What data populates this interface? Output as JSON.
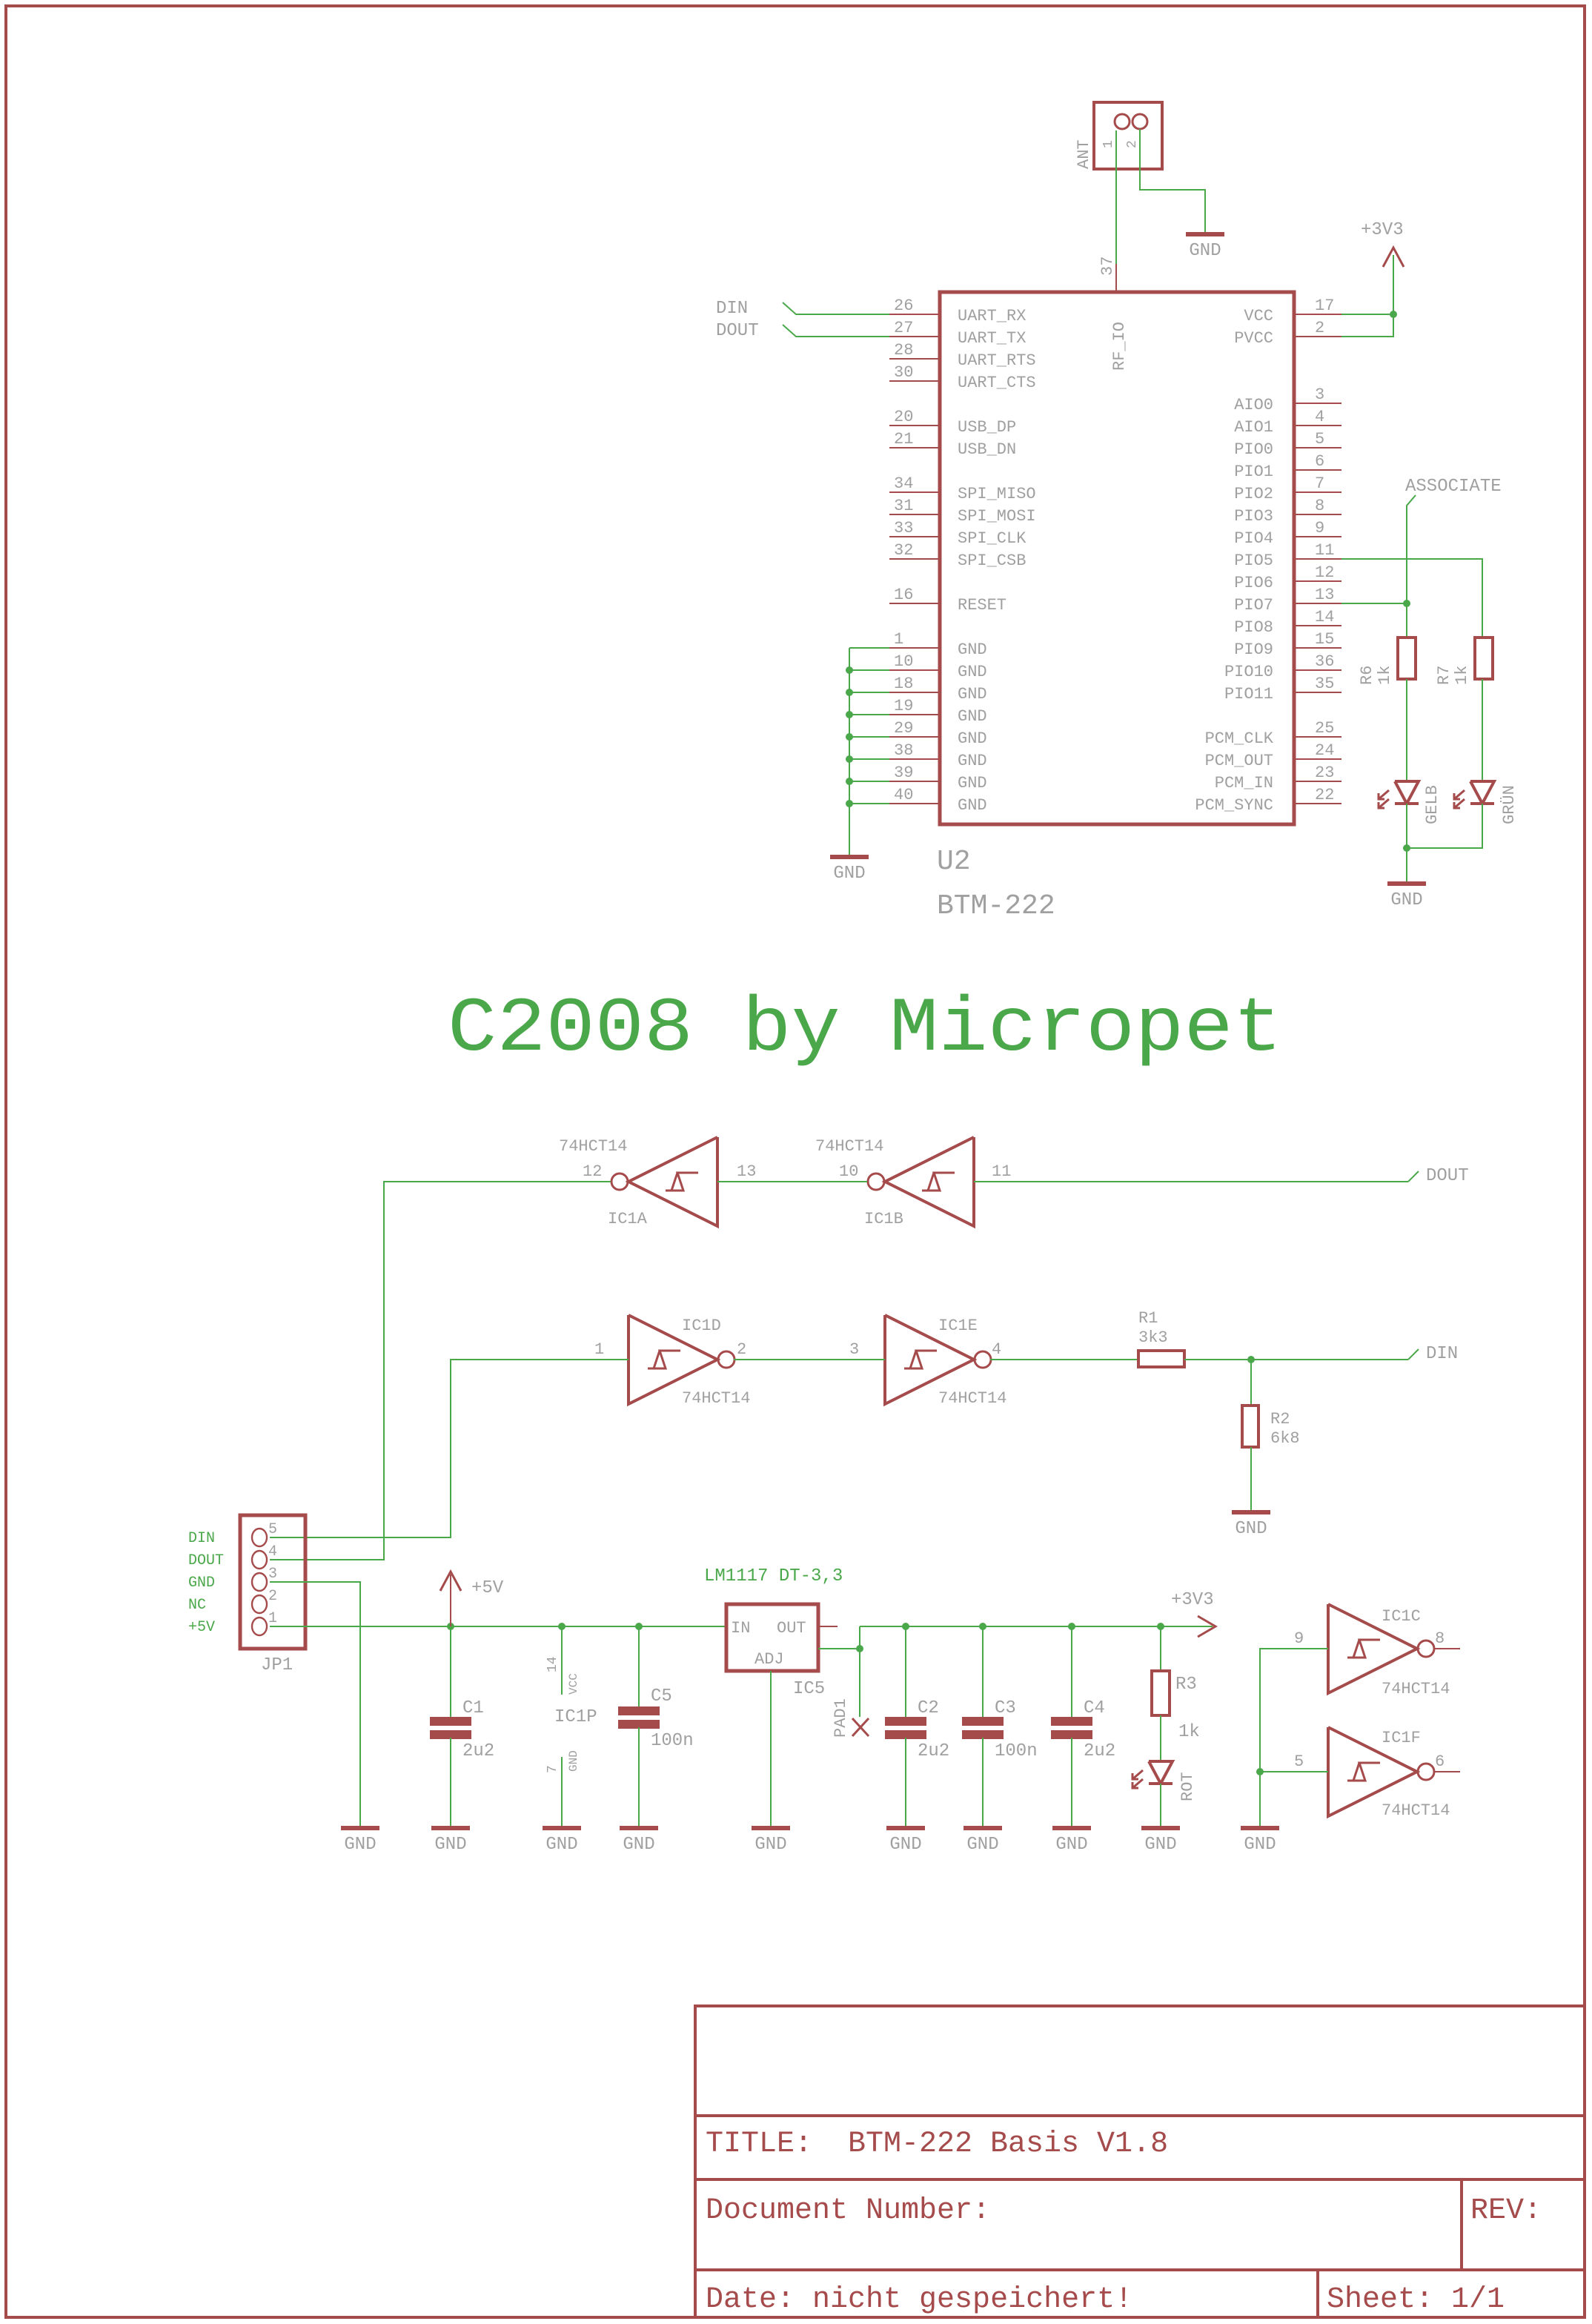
{
  "colors": {
    "part": "#a54b4b",
    "net": "#4aa84a",
    "text": "#a0a0a0",
    "background": "#ffffff"
  },
  "nets": {
    "din": "DIN",
    "dout": "DOUT",
    "p3v3": "+3V3",
    "p5v": "+5V",
    "gnd": "GND",
    "associate": "ASSOCIATE"
  },
  "ant": {
    "name": "ANT",
    "pin1": "1",
    "pin2": "2"
  },
  "u2": {
    "name": "U2",
    "value": "BTM-222",
    "rf_pin": "37",
    "rf_label": "RF_IO",
    "left_pins": [
      {
        "num": "26",
        "name": "UART_RX"
      },
      {
        "num": "27",
        "name": "UART_TX"
      },
      {
        "num": "28",
        "name": "UART_RTS"
      },
      {
        "num": "30",
        "name": "UART_CTS"
      },
      {
        "num": "20",
        "name": "USB_DP"
      },
      {
        "num": "21",
        "name": "USB_DN"
      },
      {
        "num": "34",
        "name": "SPI_MISO"
      },
      {
        "num": "31",
        "name": "SPI_MOSI"
      },
      {
        "num": "33",
        "name": "SPI_CLK"
      },
      {
        "num": "32",
        "name": "SPI_CSB"
      },
      {
        "num": "16",
        "name": "RESET"
      },
      {
        "num": "1",
        "name": "GND"
      },
      {
        "num": "10",
        "name": "GND"
      },
      {
        "num": "18",
        "name": "GND"
      },
      {
        "num": "19",
        "name": "GND"
      },
      {
        "num": "29",
        "name": "GND"
      },
      {
        "num": "38",
        "name": "GND"
      },
      {
        "num": "39",
        "name": "GND"
      },
      {
        "num": "40",
        "name": "GND"
      }
    ],
    "right_pins": [
      {
        "num": "17",
        "name": "VCC"
      },
      {
        "num": "2",
        "name": "PVCC"
      },
      {
        "num": "3",
        "name": "AIO0"
      },
      {
        "num": "4",
        "name": "AIO1"
      },
      {
        "num": "5",
        "name": "PIO0"
      },
      {
        "num": "6",
        "name": "PIO1"
      },
      {
        "num": "7",
        "name": "PIO2"
      },
      {
        "num": "8",
        "name": "PIO3"
      },
      {
        "num": "9",
        "name": "PIO4"
      },
      {
        "num": "11",
        "name": "PIO5"
      },
      {
        "num": "12",
        "name": "PIO6"
      },
      {
        "num": "13",
        "name": "PIO7"
      },
      {
        "num": "14",
        "name": "PIO8"
      },
      {
        "num": "15",
        "name": "PIO9"
      },
      {
        "num": "36",
        "name": "PIO10"
      },
      {
        "num": "35",
        "name": "PIO11"
      },
      {
        "num": "25",
        "name": "PCM_CLK"
      },
      {
        "num": "24",
        "name": "PCM_OUT"
      },
      {
        "num": "23",
        "name": "PCM_IN"
      },
      {
        "num": "22",
        "name": "PCM_SYNC"
      }
    ]
  },
  "r6": {
    "name": "R6",
    "value": "1k"
  },
  "r7": {
    "name": "R7",
    "value": "1k"
  },
  "led_gelb": {
    "name": "GELB"
  },
  "led_gruen": {
    "name": "GRÜN"
  },
  "credit": "C2008 by Micropet",
  "gates": [
    {
      "name": "IC1A",
      "type": "74HCT14",
      "pin_in": "13",
      "pin_out": "12"
    },
    {
      "name": "IC1B",
      "type": "74HCT14",
      "pin_in": "11",
      "pin_out": "10"
    },
    {
      "name": "IC1D",
      "type": "74HCT14",
      "pin_in": "1",
      "pin_out": "2"
    },
    {
      "name": "IC1E",
      "type": "74HCT14",
      "pin_in": "3",
      "pin_out": "4"
    },
    {
      "name": "IC1C",
      "type": "74HCT14",
      "pin_in": "9",
      "pin_out": "8"
    },
    {
      "name": "IC1F",
      "type": "74HCT14",
      "pin_in": "5",
      "pin_out": "6"
    }
  ],
  "r1": {
    "name": "R1",
    "value": "3k3"
  },
  "r2": {
    "name": "R2",
    "value": "6k8"
  },
  "r3": {
    "name": "R3",
    "value": "1k"
  },
  "led_rot": {
    "name": "ROT"
  },
  "jp1": {
    "name": "JP1",
    "labels": [
      "DIN",
      "DOUT",
      "GND",
      "NC",
      "+5V"
    ],
    "pins": [
      "5",
      "4",
      "3",
      "2",
      "1"
    ]
  },
  "c1": {
    "name": "C1",
    "value": "2u2"
  },
  "c2": {
    "name": "C2",
    "value": "2u2"
  },
  "c3": {
    "name": "C3",
    "value": "100n"
  },
  "c4": {
    "name": "C4",
    "value": "2u2"
  },
  "c5": {
    "name": "C5",
    "value": "100n"
  },
  "ic1p": {
    "name": "IC1P",
    "vcc_pin": "14",
    "vcc": "VCC",
    "gnd_pin": "7",
    "gnd": "GND"
  },
  "ic5": {
    "name": "IC5",
    "value": "LM1117 DT-3,3",
    "in": "IN",
    "out": "OUT",
    "adj": "ADJ"
  },
  "pad1": "PAD1",
  "title_block": {
    "title_label": "TITLE:",
    "title": "BTM-222 Basis V1.8",
    "doc_label": "Document Number:",
    "rev_label": "REV:",
    "date": "Date: nicht gespeichert!",
    "sheet": "Sheet: 1/1"
  }
}
